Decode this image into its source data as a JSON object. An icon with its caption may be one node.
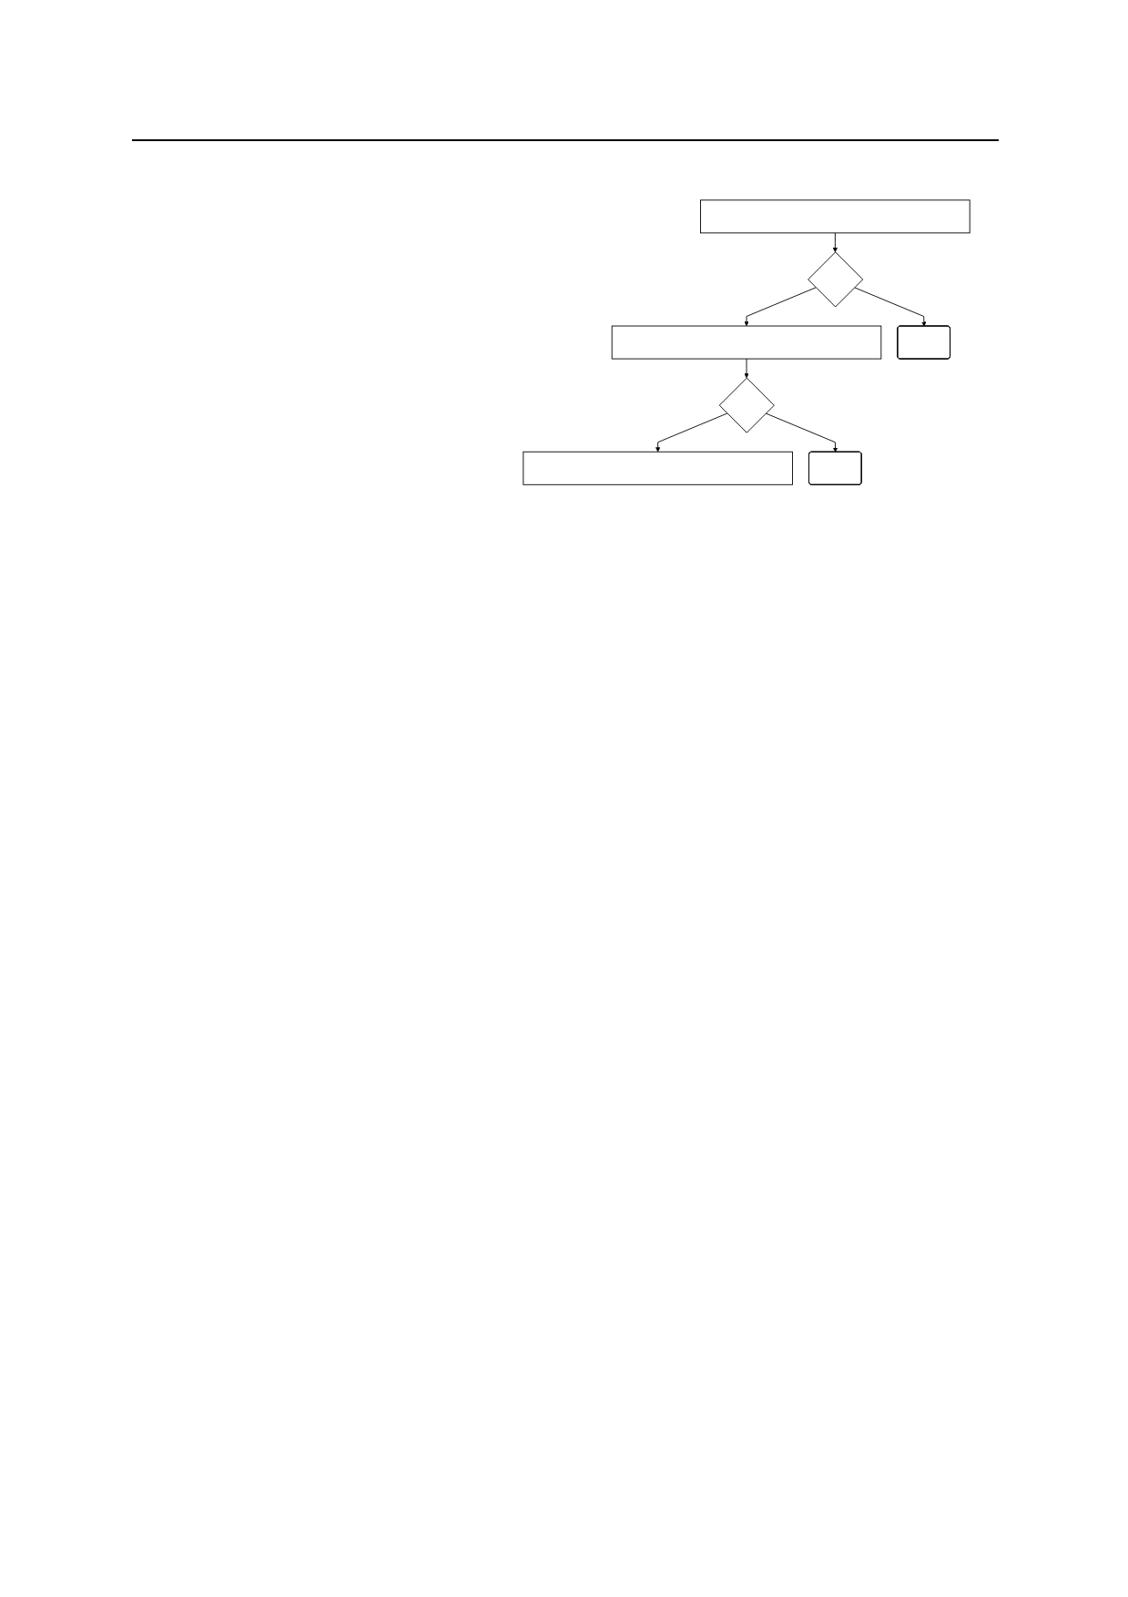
{
  "diagram": {
    "nodes": [
      {
        "text": [],
        "shape": "box"
      },
      {
        "text": [],
        "shape": "diamond"
      },
      {
        "text": [],
        "shape": "rounded"
      },
      {
        "text": [],
        "shape": "box"
      },
      {
        "text": [],
        "shape": "diamond"
      },
      {
        "text": [],
        "shape": "rounded"
      },
      {
        "text": [],
        "shape": "box"
      }
    ],
    "edges": [
      {
        "from": 0,
        "to": 1,
        "arrow": "to"
      },
      {
        "from": 1,
        "to": 3,
        "arrow": "to"
      },
      {
        "from": 1,
        "to": 2,
        "arrow": "to"
      },
      {
        "from": 3,
        "to": 4,
        "arrow": "to"
      },
      {
        "from": 4,
        "to": 6,
        "arrow": "to"
      },
      {
        "from": 4,
        "to": 5,
        "arrow": "to"
      }
    ]
  }
}
